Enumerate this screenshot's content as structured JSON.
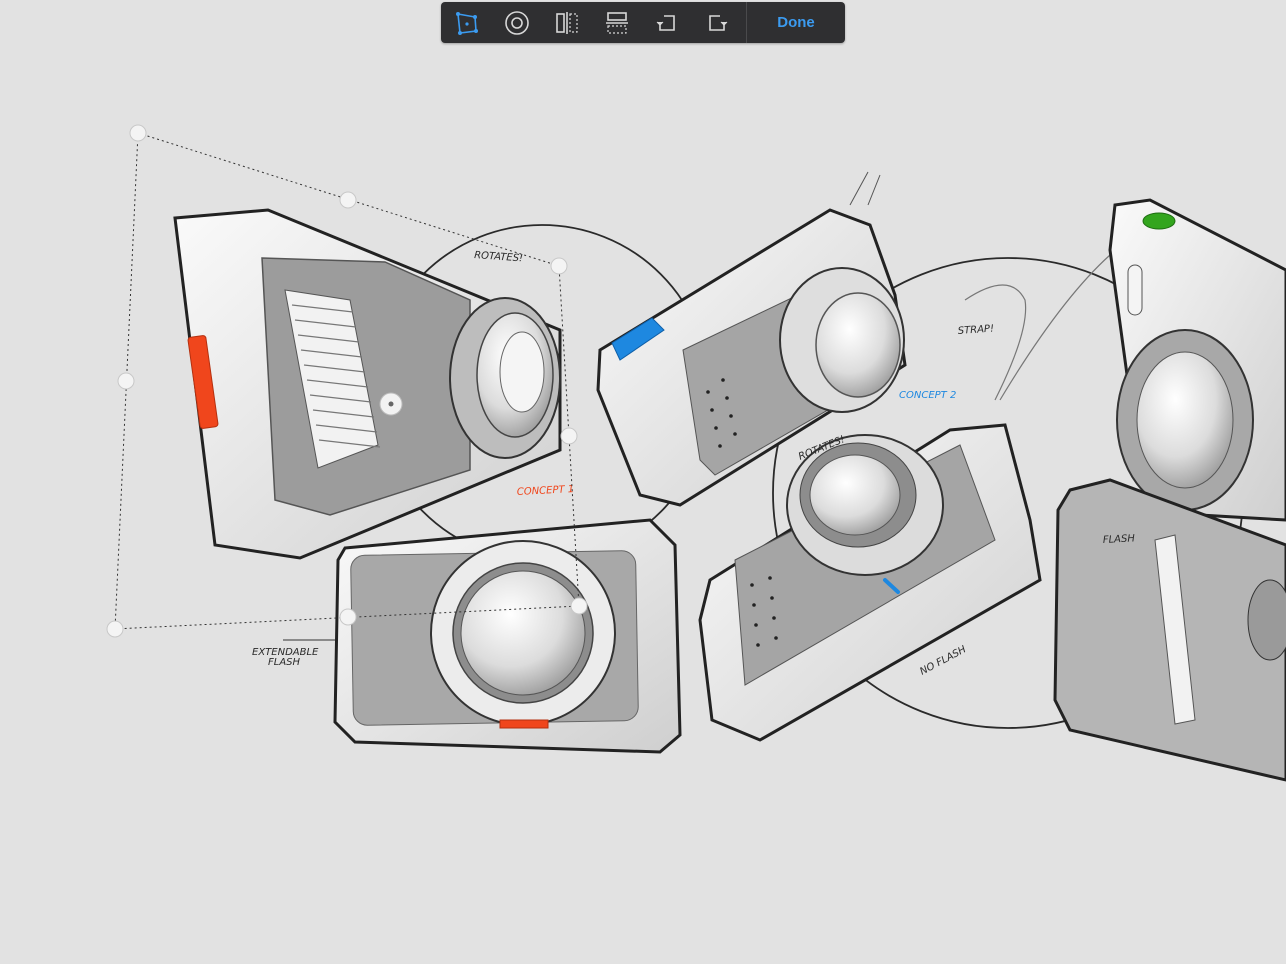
{
  "toolbar": {
    "tools": [
      {
        "name": "free-transform-icon",
        "active": true
      },
      {
        "name": "rotate-icon",
        "active": false
      },
      {
        "name": "flip-horizontal-icon",
        "active": false
      },
      {
        "name": "flip-vertical-icon",
        "active": false
      },
      {
        "name": "rotate-left-icon",
        "active": false
      },
      {
        "name": "rotate-right-icon",
        "active": false
      }
    ],
    "done_label": "Done"
  },
  "colors": {
    "background": "#e2e2e2",
    "toolbar": "#2f2f31",
    "accent_blue": "#3b9bf0",
    "accent_orange": "#f0461c",
    "accent_green": "#33a51e"
  },
  "annotations": {
    "rotates_1": "ROTATES!",
    "concept_1": "CONCEPT 1",
    "extendable_flash_1": "EXTENDABLE",
    "extendable_flash_2": "FLASH",
    "strap": "STRAP!",
    "concept_2": "CONCEPT 2",
    "rotates_2": "ROTATES!",
    "no_flash": "NO FLASH",
    "flash": "FLASH"
  }
}
